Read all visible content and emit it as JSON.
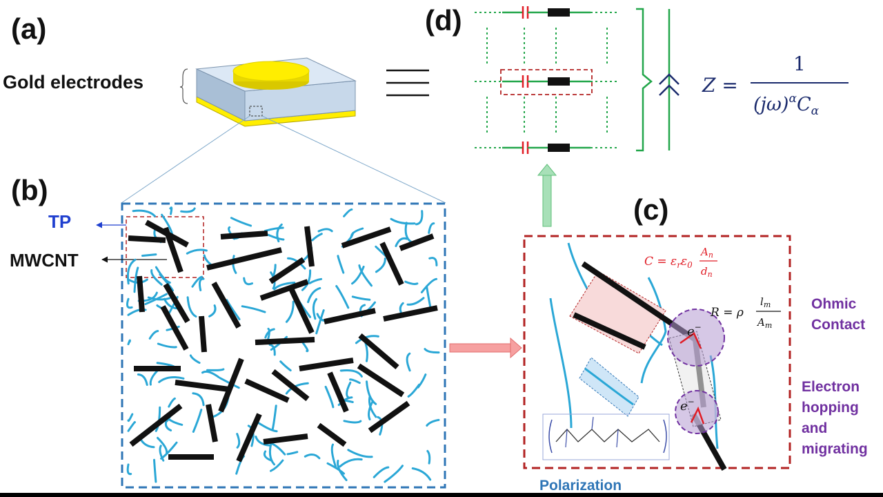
{
  "labels": {
    "a": "(a)",
    "b": "(b)",
    "c": "(c)",
    "d": "(d)"
  },
  "text": {
    "gold_electrodes": "Gold electrodes",
    "tp": "TP",
    "mwcnt": "MWCNT",
    "ohmic_1": "Ohmic",
    "ohmic_2": "Contact",
    "hop_1": "Electron",
    "hop_2": "hopping",
    "hop_3": "and",
    "hop_4": "migrating",
    "polarization": "Polarization",
    "equiv": "≡"
  },
  "equations": {
    "capacitance": "C = εᵣε₀ Aₙ/dₙ",
    "resistance": "R = ρ lₘ/Aₘ",
    "impedance_lhs": "Z =",
    "impedance_num": "1",
    "impedance_den": "(jω)ᵅCₐ",
    "electron": "e⁻"
  },
  "colors": {
    "fiber": "#2aa7d6",
    "cnt": "#111111",
    "panel_b_border": "#2e75b6",
    "panel_c_border": "#b22222",
    "circuit": "#22a64a",
    "capacitor": "#e01b24",
    "gold": "#ffee00",
    "ohmic_purple": "#7030a0",
    "polarization_blue": "#2e75b6",
    "tp_blue": "#1f3fcf",
    "eq_navy": "#1a2a6c"
  }
}
